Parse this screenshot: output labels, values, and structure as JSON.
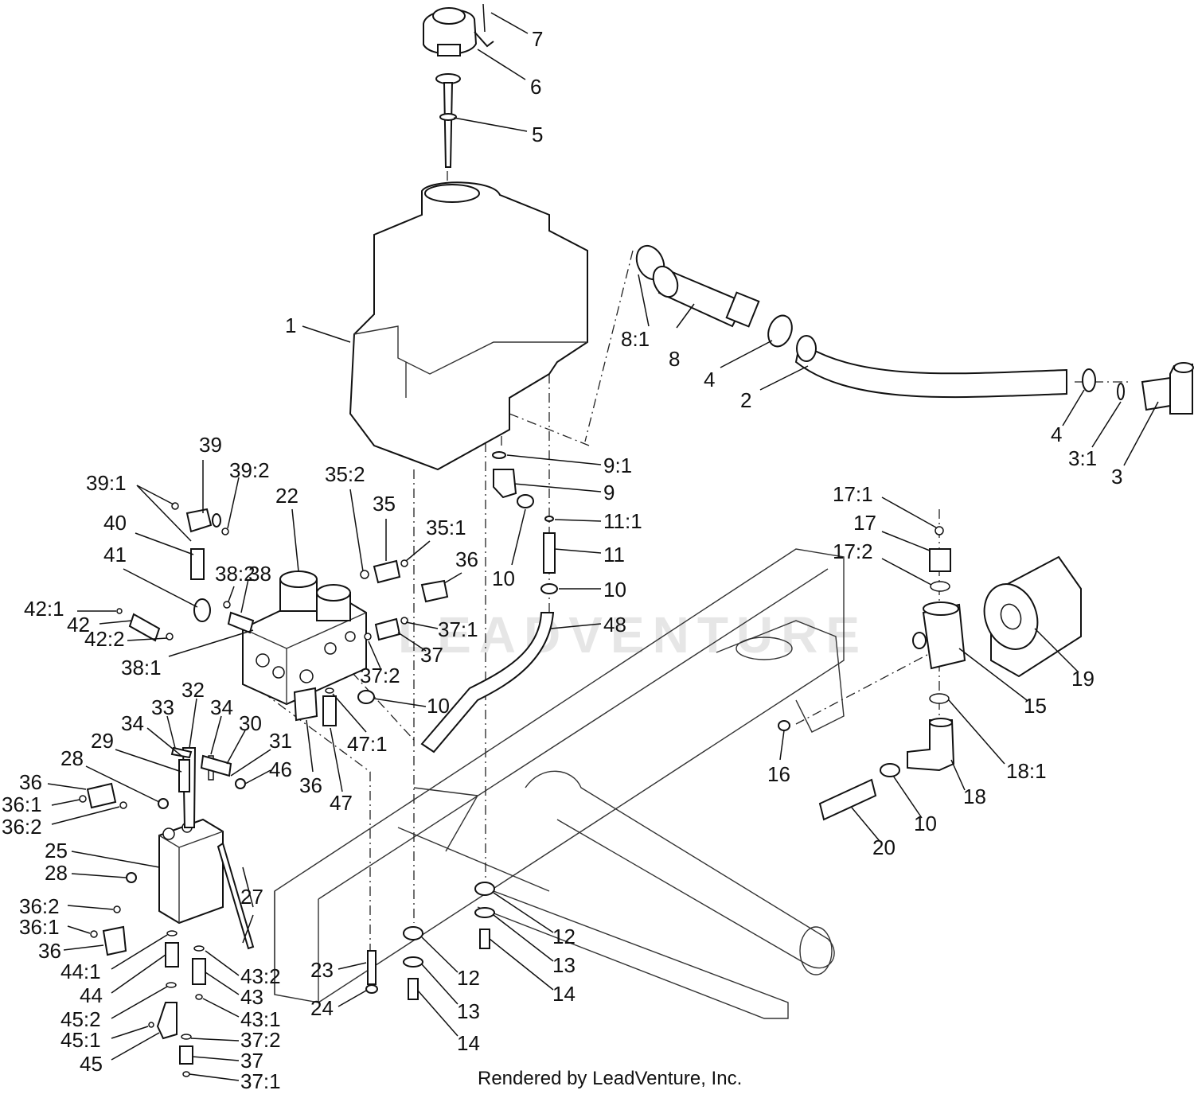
{
  "watermark": "LEADVENTURE",
  "footer": "Rendered by LeadVenture, Inc.",
  "callouts": [
    {
      "id": "7",
      "text": "7"
    },
    {
      "id": "6",
      "text": "6"
    },
    {
      "id": "5",
      "text": "5"
    },
    {
      "id": "1",
      "text": "1"
    },
    {
      "id": "8-1",
      "text": "8:1"
    },
    {
      "id": "8",
      "text": "8"
    },
    {
      "id": "4a",
      "text": "4"
    },
    {
      "id": "2",
      "text": "2"
    },
    {
      "id": "4b",
      "text": "4"
    },
    {
      "id": "3-1",
      "text": "3:1"
    },
    {
      "id": "3",
      "text": "3"
    },
    {
      "id": "9-1",
      "text": "9:1"
    },
    {
      "id": "9",
      "text": "9"
    },
    {
      "id": "11-1",
      "text": "11:1"
    },
    {
      "id": "10a",
      "text": "10"
    },
    {
      "id": "11",
      "text": "11"
    },
    {
      "id": "10b",
      "text": "10"
    },
    {
      "id": "48",
      "text": "48"
    },
    {
      "id": "39",
      "text": "39"
    },
    {
      "id": "39-1",
      "text": "39:1"
    },
    {
      "id": "39-2",
      "text": "39:2"
    },
    {
      "id": "35-2",
      "text": "35:2"
    },
    {
      "id": "35",
      "text": "35"
    },
    {
      "id": "35-1",
      "text": "35:1"
    },
    {
      "id": "22",
      "text": "22"
    },
    {
      "id": "40",
      "text": "40"
    },
    {
      "id": "36a",
      "text": "36"
    },
    {
      "id": "38-2",
      "text": "38:2"
    },
    {
      "id": "41",
      "text": "41"
    },
    {
      "id": "38",
      "text": "38"
    },
    {
      "id": "42-1",
      "text": "42:1"
    },
    {
      "id": "42",
      "text": "42"
    },
    {
      "id": "42-2",
      "text": "42:2"
    },
    {
      "id": "38-1",
      "text": "38:1"
    },
    {
      "id": "37-1a",
      "text": "37:1"
    },
    {
      "id": "37a",
      "text": "37"
    },
    {
      "id": "37-2a",
      "text": "37:2"
    },
    {
      "id": "10c",
      "text": "10"
    },
    {
      "id": "47-1",
      "text": "47:1"
    },
    {
      "id": "36b",
      "text": "36"
    },
    {
      "id": "47",
      "text": "47"
    },
    {
      "id": "32",
      "text": "32"
    },
    {
      "id": "33",
      "text": "33"
    },
    {
      "id": "34a",
      "text": "34"
    },
    {
      "id": "34b",
      "text": "34"
    },
    {
      "id": "30",
      "text": "30"
    },
    {
      "id": "29",
      "text": "29"
    },
    {
      "id": "31",
      "text": "31"
    },
    {
      "id": "46",
      "text": "46"
    },
    {
      "id": "28a",
      "text": "28"
    },
    {
      "id": "36c",
      "text": "36"
    },
    {
      "id": "36-1a",
      "text": "36:1"
    },
    {
      "id": "36-2a",
      "text": "36:2"
    },
    {
      "id": "25",
      "text": "25"
    },
    {
      "id": "28b",
      "text": "28"
    },
    {
      "id": "27",
      "text": "27"
    },
    {
      "id": "36-2b",
      "text": "36:2"
    },
    {
      "id": "36-1b",
      "text": "36:1"
    },
    {
      "id": "36d",
      "text": "36"
    },
    {
      "id": "44-1",
      "text": "44:1"
    },
    {
      "id": "44",
      "text": "44"
    },
    {
      "id": "45-2",
      "text": "45:2"
    },
    {
      "id": "45-1",
      "text": "45:1"
    },
    {
      "id": "45",
      "text": "45"
    },
    {
      "id": "43-2",
      "text": "43:2"
    },
    {
      "id": "43",
      "text": "43"
    },
    {
      "id": "43-1",
      "text": "43:1"
    },
    {
      "id": "37-2b",
      "text": "37:2"
    },
    {
      "id": "37b",
      "text": "37"
    },
    {
      "id": "37-1b",
      "text": "37:1"
    },
    {
      "id": "23",
      "text": "23"
    },
    {
      "id": "24",
      "text": "24"
    },
    {
      "id": "12a",
      "text": "12"
    },
    {
      "id": "13a",
      "text": "13"
    },
    {
      "id": "14a",
      "text": "14"
    },
    {
      "id": "12b",
      "text": "12"
    },
    {
      "id": "13b",
      "text": "13"
    },
    {
      "id": "14b",
      "text": "14"
    },
    {
      "id": "17-1",
      "text": "17:1"
    },
    {
      "id": "17",
      "text": "17"
    },
    {
      "id": "17-2",
      "text": "17:2"
    },
    {
      "id": "19",
      "text": "19"
    },
    {
      "id": "15",
      "text": "15"
    },
    {
      "id": "16",
      "text": "16"
    },
    {
      "id": "18-1",
      "text": "18:1"
    },
    {
      "id": "18",
      "text": "18"
    },
    {
      "id": "10d",
      "text": "10"
    },
    {
      "id": "20",
      "text": "20"
    }
  ]
}
